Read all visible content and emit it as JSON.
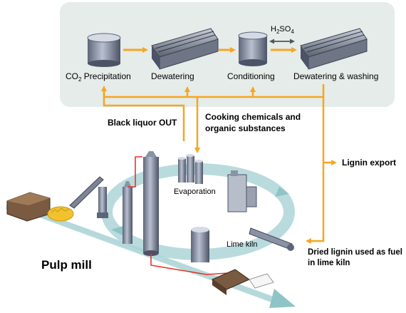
{
  "process_stages": {
    "co2_precipitation": {
      "pre": "CO",
      "sub": "2",
      "post": " Precipitation"
    },
    "dewatering": "Dewatering",
    "conditioning": "Conditioning",
    "dewatering_washing": "Dewatering & washing",
    "acid": {
      "pre": "H",
      "sub1": "2",
      "mid": "SO",
      "sub2": "4"
    }
  },
  "flows": {
    "black_liquor_out": "Black liquor OUT",
    "cooking_chemicals_line1": "Cooking chemicals and",
    "cooking_chemicals_line2": "organic substances",
    "lignin_export": "Lignin export",
    "dried_lignin_line1": "Dried lignin used as fuel",
    "dried_lignin_line2": "in lime kiln"
  },
  "mill": {
    "title": "Pulp mill",
    "evaporation": "Evaporation",
    "lime_kiln": "Lime kiln"
  },
  "colors": {
    "panel": "#e5ece9",
    "arrow_orange": "#f5a623",
    "loop_teal": "#a8d2d4",
    "red_pipe": "#e8332a",
    "steel": "#8a93a6"
  }
}
